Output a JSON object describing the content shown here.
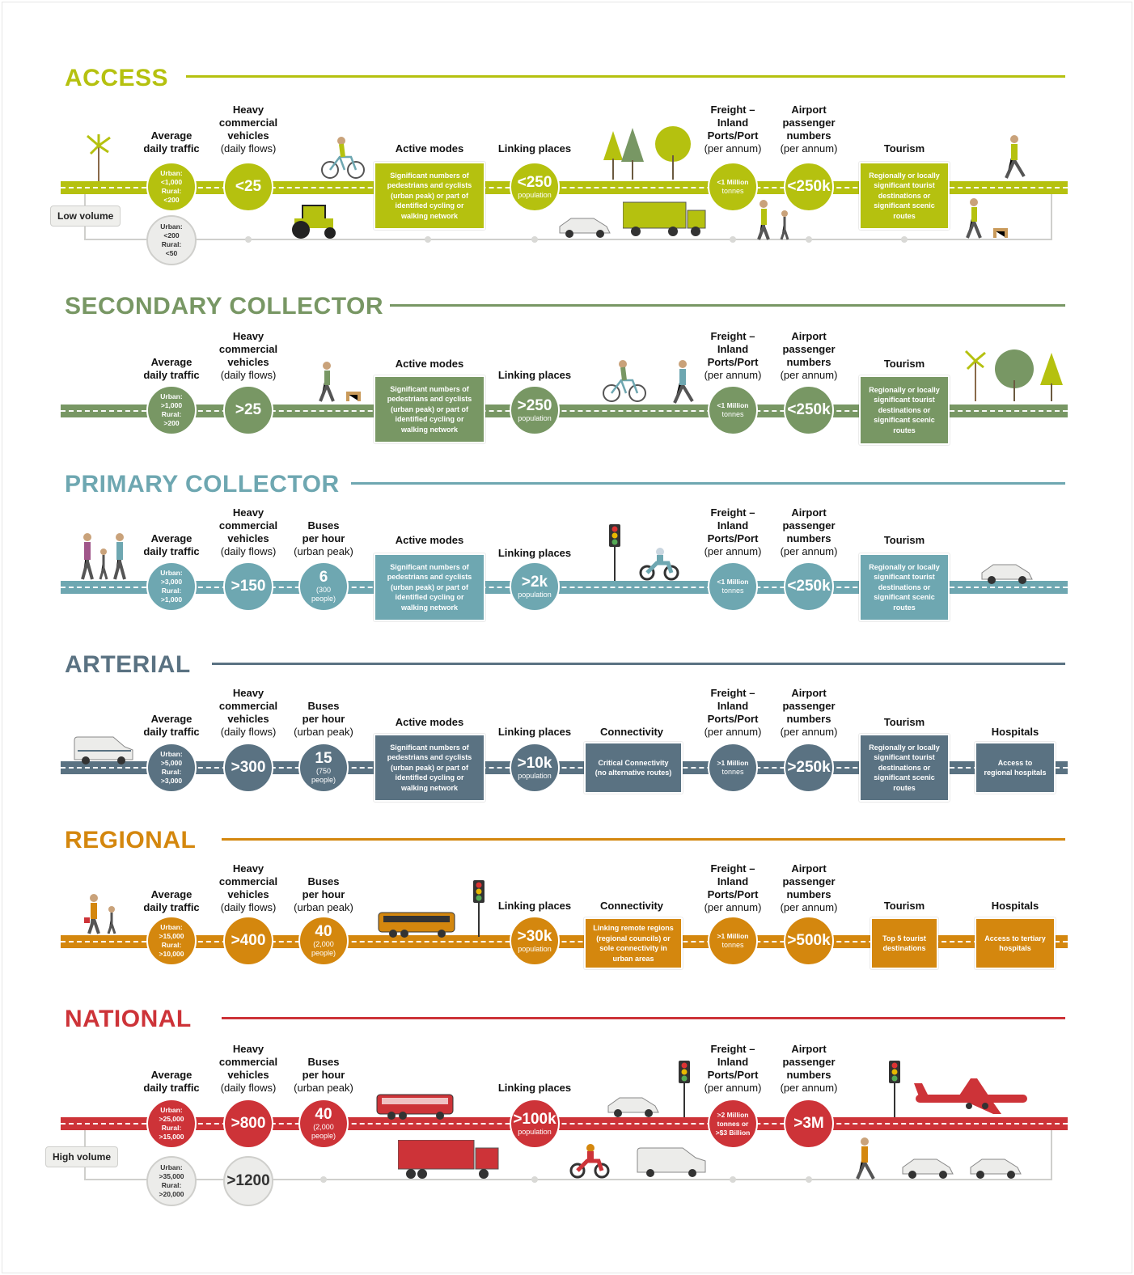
{
  "labels": {
    "avg_traffic": "Average\ndaily traffic",
    "hcv": "Heavy\ncommercial\nvehicles",
    "hcv_sub": "(daily flows)",
    "buses": "Buses\nper hour",
    "buses_sub": "(urban peak)",
    "active": "Active modes",
    "linking": "Linking places",
    "connectivity": "Connectivity",
    "freight": "Freight –\nInland\nPorts/Port",
    "freight_sub": "(per annum)",
    "airport": "Airport\npassenger\nnumbers",
    "airport_sub": "(per annum)",
    "tourism": "Tourism",
    "hospitals": "Hospitals",
    "population": "population",
    "tonnes": "tonnes"
  },
  "volume": {
    "low": "Low volume",
    "high": "High volume"
  },
  "colors": {
    "access": "#b5c10f",
    "secondary": "#789764",
    "primary": "#6ea7b1",
    "arterial": "#5a7282",
    "regional": "#d4870e",
    "national": "#cd3338",
    "lowhigh": "#ececea"
  },
  "tiers": {
    "access": {
      "title": "ACCESS",
      "traffic": "Urban:\n<1,000\nRural:\n<200",
      "traffic_low": "Urban:\n<200\nRural:\n<50",
      "hcv": "<25",
      "active": "Significant numbers of pedestrians and cyclists (urban peak) or part of identified cycling or walking network",
      "linking": "<250",
      "freight": "<1 Million",
      "airport": "<250k",
      "tourism": "Regionally or locally significant tourist destinations or significant scenic routes"
    },
    "secondary": {
      "title": "SECONDARY COLLECTOR",
      "traffic": "Urban:\n>1,000\nRural:\n>200",
      "hcv": ">25",
      "active": "Significant numbers of pedestrians and cyclists (urban peak) or part of identified cycling or walking network",
      "linking": ">250",
      "freight": "<1 Million",
      "airport": "<250k",
      "tourism": "Regionally or locally significant tourist destinations or significant scenic routes"
    },
    "primary": {
      "title": "PRIMARY COLLECTOR",
      "traffic": "Urban:\n>3,000\nRural:\n>1,000",
      "hcv": ">150",
      "buses": "6",
      "buses_sub": "(300\npeople)",
      "active": "Significant numbers of pedestrians and cyclists (urban peak) or part of identified cycling or walking network",
      "linking": ">2k",
      "freight": "<1 Million",
      "airport": "<250k",
      "tourism": "Regionally or locally significant tourist destinations or significant scenic routes"
    },
    "arterial": {
      "title": "ARTERIAL",
      "traffic": "Urban:\n>5,000\nRural:\n>3,000",
      "hcv": ">300",
      "buses": "15",
      "buses_sub": "(750\npeople)",
      "active": "Significant numbers of pedestrians and cyclists (urban peak) or part of identified cycling or walking network",
      "linking": ">10k",
      "connectivity": "Critical Connectivity (no alternative routes)",
      "freight": ">1 Million",
      "airport": ">250k",
      "tourism": "Regionally or locally significant tourist destinations or significant scenic routes",
      "hospitals": "Access to regional hospitals"
    },
    "regional": {
      "title": "REGIONAL",
      "traffic": "Urban:\n>15,000\nRural:\n>10,000",
      "hcv": ">400",
      "buses": "40",
      "buses_sub": "(2,000\npeople)",
      "linking": ">30k",
      "connectivity": "Linking remote regions (regional councils) or sole connectivity in urban areas",
      "freight": ">1 Million",
      "airport": ">500k",
      "tourism": "Top 5 tourist destinations",
      "hospitals": "Access to tertiary hospitals"
    },
    "national": {
      "title": "NATIONAL",
      "traffic": "Urban:\n>25,000\nRural:\n>15,000",
      "traffic_high": "Urban:\n>35,000\nRural:\n>20,000",
      "hcv": ">800",
      "hcv_high": ">1200",
      "buses": "40",
      "buses_sub": "(2,000\npeople)",
      "linking": ">100k",
      "freight": ">2 Million\ntonnes or\n>$3 Billion",
      "airport": ">3M"
    }
  },
  "icons": [
    "palm-tree-icon",
    "cyclist-icon",
    "tractor-icon",
    "tree-icon",
    "car-icon",
    "truck-icon",
    "family-icon",
    "pedestrian-icon",
    "dog-walker-icon",
    "traffic-light-icon",
    "motorcycle-icon",
    "van-icon",
    "bus-icon",
    "airplane-icon"
  ]
}
